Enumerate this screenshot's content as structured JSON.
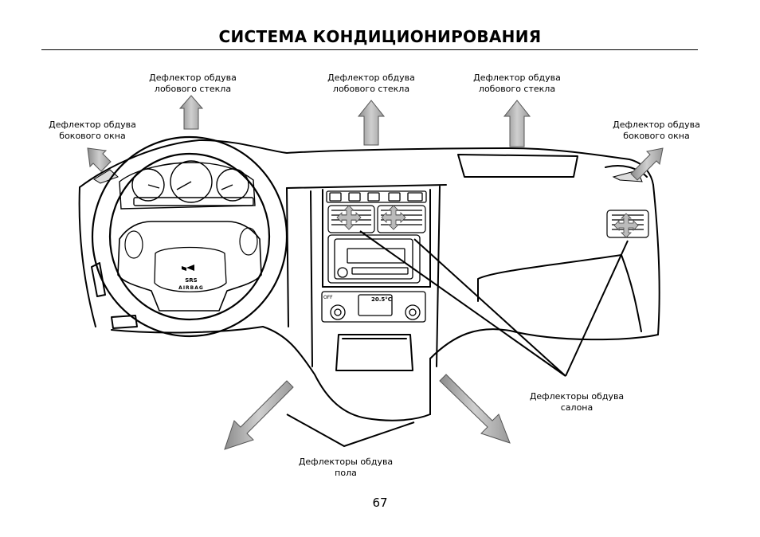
{
  "page": {
    "title": "СИСТЕМА КОНДИЦИОНИРОВАНИЯ",
    "page_number": "67"
  },
  "labels": {
    "windshield_left": "Дефлектор обдува\nлобового стекла",
    "windshield_center": "Дефлектор обдува\nлобового стекла",
    "windshield_right": "Дефлектор обдува\nлобового стекла",
    "side_window_left": "Дефлектор обдува\nбокового окна",
    "side_window_right": "Дефлектор обдува\nбокового окна",
    "cabin_vents": "Дефлекторы обдува\nсалона",
    "floor_vents": "Дефлекторы обдува\nпола"
  },
  "dashboard_markings": {
    "srs": "SRS",
    "airbag": "AIRBAG",
    "climate_temp": "20.5°C",
    "off_button": "OFF"
  },
  "colors": {
    "arrow_fill": "#aaaaaa",
    "arrow_stroke": "#555555",
    "line": "#000000",
    "background": "#ffffff"
  }
}
